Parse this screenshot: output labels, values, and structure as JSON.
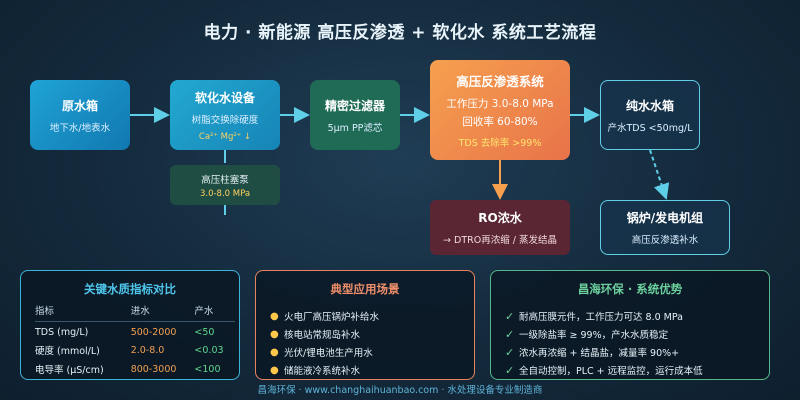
{
  "title": "电力 · 新能源 高压反渗透 + 软化水 系统工艺流程",
  "nodes": {
    "raw": {
      "title": "原水箱",
      "sub": "地下水/地表水"
    },
    "soft": {
      "title": "软化水设备",
      "sub": "树脂交换除硬度",
      "ions": "Ca²⁺ Mg²⁺ ↓"
    },
    "filter": {
      "title": "精密过滤器",
      "sub": "5μm PP滤芯"
    },
    "ro": {
      "title": "高压反渗透系统",
      "pressure": "工作压力 3.0-8.0 MPa",
      "recovery": "回收率 60-80%",
      "tds": "TDS 去除率 >99%"
    },
    "pure": {
      "title": "纯水水箱",
      "sub": "产水TDS <50mg/L"
    },
    "pump": {
      "title": "高压柱塞泵",
      "sub": "3.0-8.0 MPa"
    },
    "concentrate": {
      "title": "RO浓水",
      "sub": "→ DTRO再浓缩 / 蒸发结晶"
    },
    "boiler": {
      "title": "锅炉/发电机组",
      "sub": "高压反渗透补水"
    }
  },
  "metrics": {
    "title": "关键水质指标对比",
    "headers": [
      "指标",
      "进水",
      "产水"
    ],
    "rows": [
      {
        "name": "TDS (mg/L)",
        "in": "500-2000",
        "out": "<50"
      },
      {
        "name": "硬度 (mmol/L)",
        "in": "2.0-8.0",
        "out": "<0.03"
      },
      {
        "name": "电导率 (μS/cm)",
        "in": "800-3000",
        "out": "<100"
      }
    ]
  },
  "applications": {
    "title": "典型应用场景",
    "bullet": "●",
    "items": [
      "火电厂高压锅炉补给水",
      "核电站常规岛补水",
      "光伏/锂电池生产用水",
      "储能液冷系统补水"
    ]
  },
  "advantages": {
    "title": "昌海环保 · 系统优势",
    "check": "✓",
    "items": [
      "耐高压膜元件，工作压力可达 8.0 MPa",
      "一级除盐率 ≥ 99%，产水水质稳定",
      "浓水再浓缩 + 结晶盐，减量率 90%+",
      "全自动控制，PLC + 远程监控，运行成本低"
    ]
  },
  "footer": "昌海环保 · www.changhaihuanbao.com · 水处理设备专业制造商",
  "colors": {
    "cyan_arrow": "#5fcfe8",
    "orange_arrow": "#f6a04e",
    "accent_yellow": "#ffd060"
  }
}
